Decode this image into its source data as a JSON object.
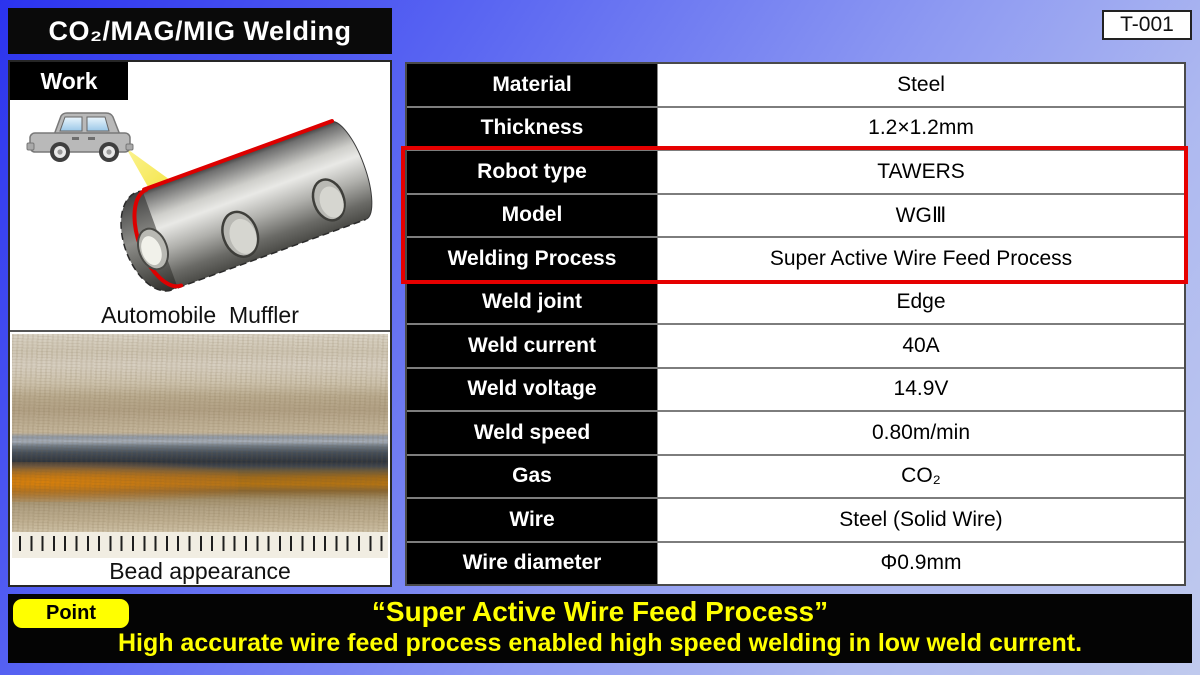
{
  "header": {
    "title": "CO₂/MAG/MIG Welding",
    "doc_id": "T-001"
  },
  "work_panel": {
    "tab": "Work",
    "muffler_caption": "Automobile  Muffler",
    "bead_caption": "Bead appearance"
  },
  "spec_table": {
    "rows": [
      {
        "label": "Material",
        "value": "Steel",
        "highlighted": false
      },
      {
        "label": "Thickness",
        "value": "1.2×1.2mm",
        "highlighted": false
      },
      {
        "label": "Robot type",
        "value": "TAWERS",
        "highlighted": true
      },
      {
        "label": "Model",
        "value": "WGⅢ",
        "highlighted": true
      },
      {
        "label": "Welding Process",
        "value": "Super Active Wire Feed Process",
        "highlighted": true
      },
      {
        "label": "Weld joint",
        "value": "Edge",
        "highlighted": false
      },
      {
        "label": "Weld current",
        "value": "40A",
        "highlighted": false
      },
      {
        "label": "Weld voltage",
        "value": "14.9V",
        "highlighted": false
      },
      {
        "label": "Weld speed",
        "value": "0.80m/min",
        "highlighted": false
      },
      {
        "label": "Gas",
        "value": "CO₂",
        "highlighted": false
      },
      {
        "label": "Wire",
        "value": "Steel (Solid Wire)",
        "highlighted": false
      },
      {
        "label": "Wire diameter",
        "value": "Φ0.9mm",
        "highlighted": false
      }
    ]
  },
  "point_bar": {
    "label": "Point",
    "headline": "“Super Active Wire Feed Process”",
    "description": "High accurate wire feed process enabled high speed welding in low weld current."
  },
  "colors": {
    "highlight_red": "#e60000",
    "point_yellow": "#ffff00",
    "background_top": "#2b33ee",
    "background_bottom": "#c0caee"
  }
}
